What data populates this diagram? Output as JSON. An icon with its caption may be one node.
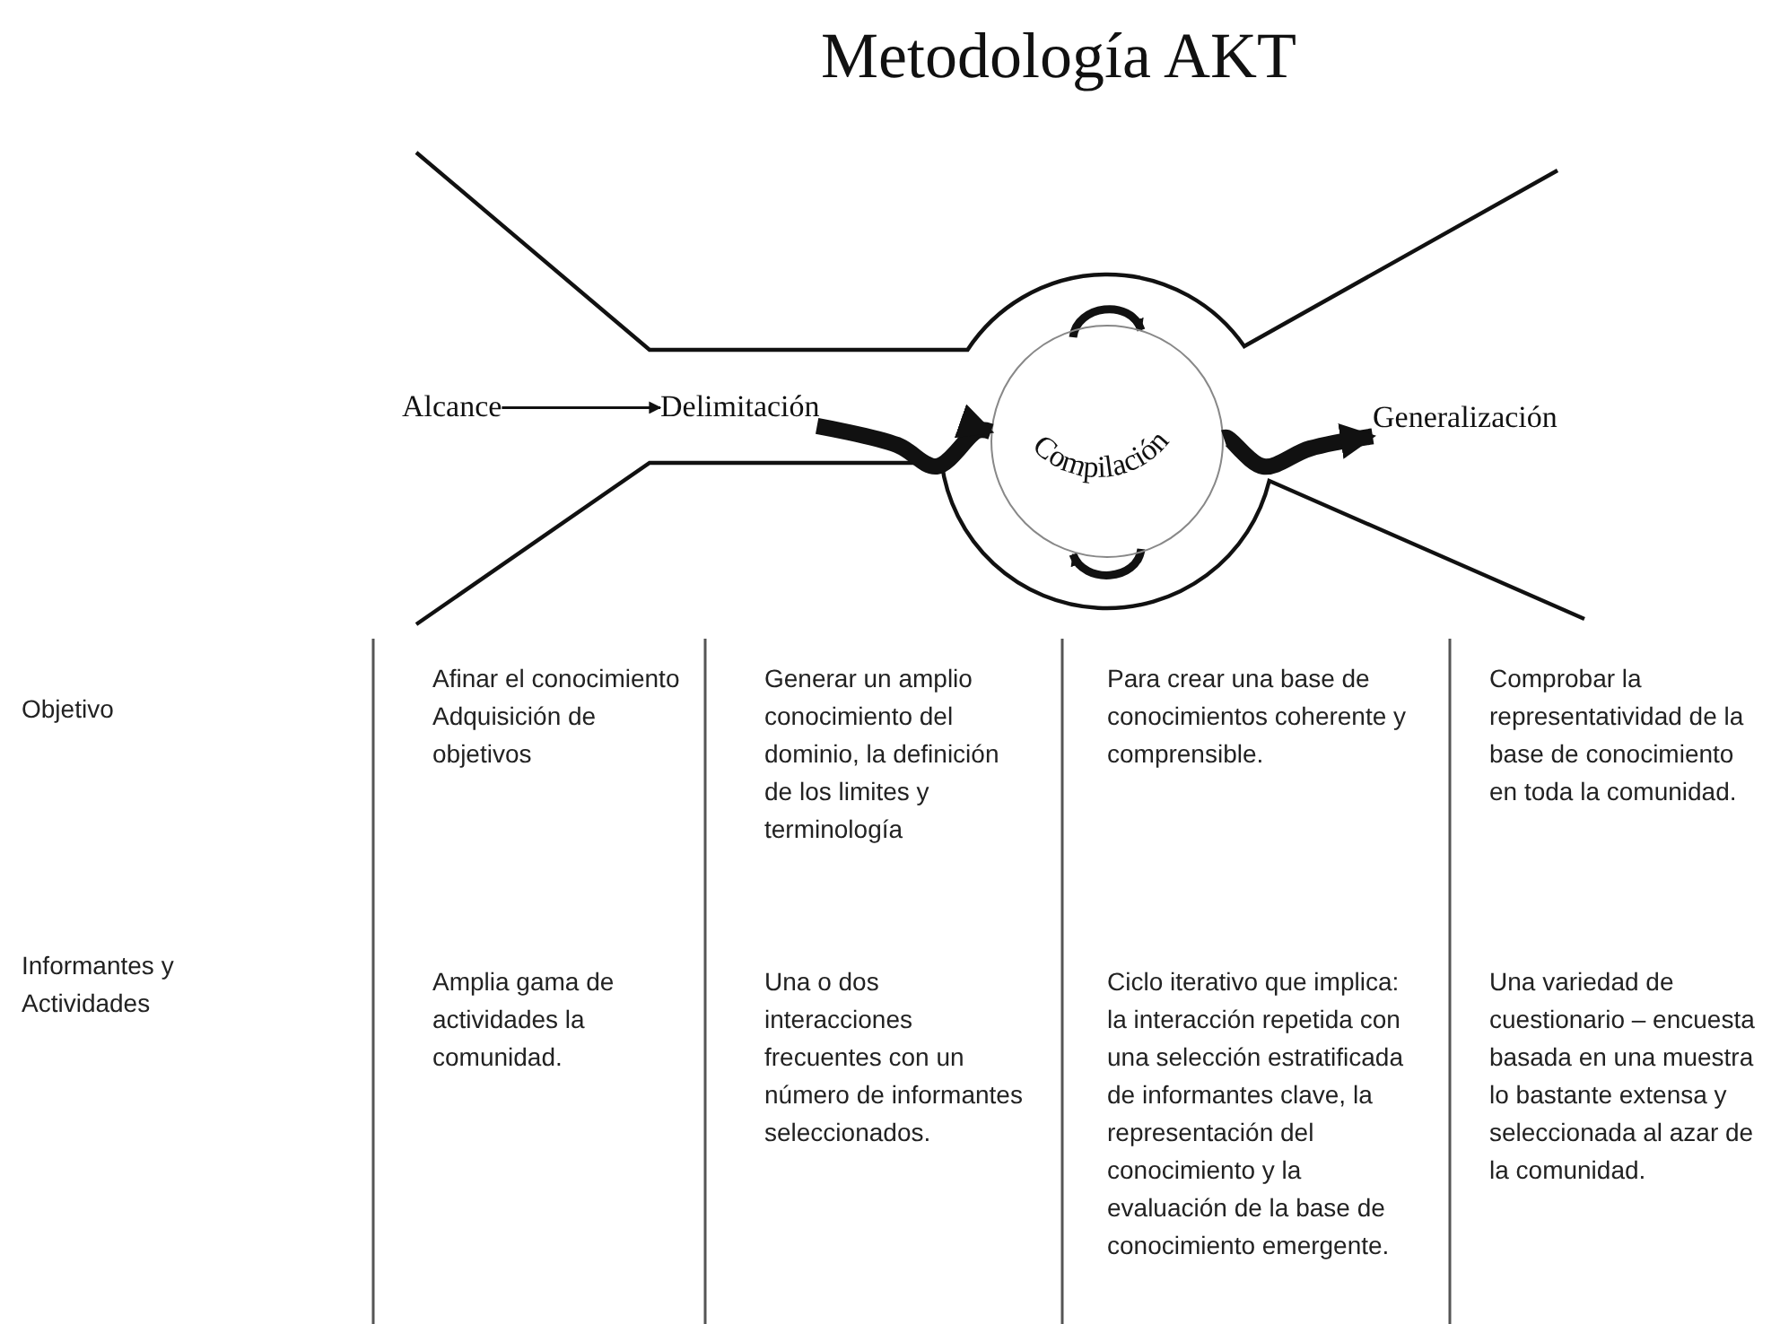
{
  "diagram": {
    "title": "Metodología AKT",
    "nodes": [
      {
        "text": [
          "Alcance"
        ]
      },
      {
        "text": [
          "Delimitación"
        ]
      },
      {
        "text": [
          "Compilación"
        ]
      },
      {
        "text": [
          "Generalización"
        ]
      }
    ],
    "edges": [
      {
        "from": 0,
        "to": 1,
        "arrow": "to"
      },
      {
        "from": 1,
        "to": 2,
        "arrow": "to"
      },
      {
        "from": 2,
        "to": 3,
        "arrow": "to"
      }
    ],
    "labels": [
      "Objetivo",
      "Afinar el conocimiento Adquisición de objetivos",
      "Generar un amplio conocimiento del dominio, la definición de los limites y terminología",
      "Para crear una base de conocimientos coherente y comprensible.",
      "Comprobar la representatividad de la base de conocimiento en toda la comunidad.",
      "Informantes y Actividades",
      "Amplia gama de actividades la comunidad.",
      "Una o dos interacciones frecuentes con un número de informantes seleccionados.",
      "Ciclo iterativo que implica: la interacción repetida con una selección estratificada de informantes clave, la representación del conocimiento y la evaluación de la base de conocimiento emergente.",
      "Una variedad de cuestionario – encuesta basada en una muestra lo bastante extensa y seleccionada al azar de la comunidad."
    ]
  }
}
